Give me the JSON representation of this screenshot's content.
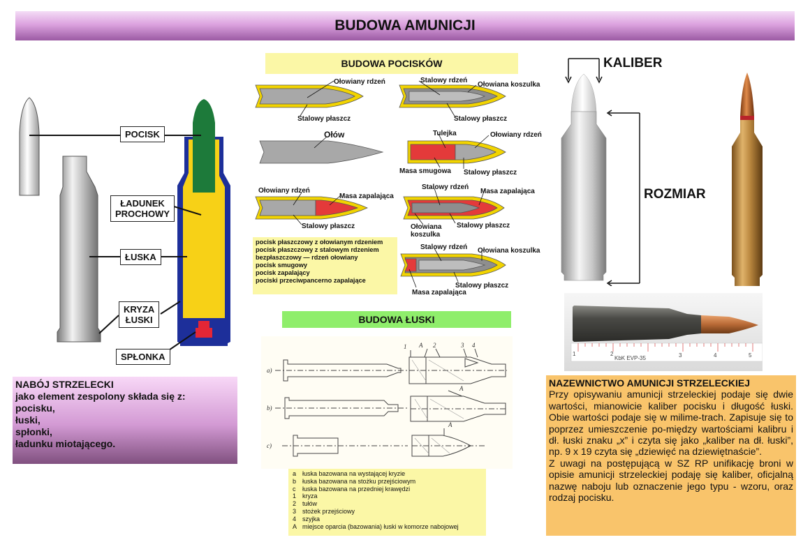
{
  "title": "BUDOWA AMUNICJI",
  "left_diagram": {
    "callouts": {
      "pocisk": "POCISK",
      "ladunek": "ŁADUNEK\nPROCHOWY",
      "luska": "ŁUSKA",
      "kryza": "KRYZA\nŁUSKI",
      "splonka": "SPŁONKA"
    }
  },
  "bullets": {
    "heading": "BUDOWA POCISKÓW",
    "labels": {
      "b1_top": "Ołowiany rdzeń",
      "b1_bottom": "Stalowy płaszcz",
      "b2_top": "Stalowy rdzeń",
      "b2_right": "Ołowiana koszulka",
      "b2_bottom": "Stalowy płaszcz",
      "b3_top": "Ołów",
      "b4_top": "Tulejka",
      "b4_right": "Ołowiany rdzeń",
      "b4_left": "Masa smugowa",
      "b4_bottom": "Stalowy płaszcz",
      "b5_top": "Ołowiany rdzeń",
      "b5_right": "Masa zapalająca",
      "b5_bottom": "Stalowy płaszcz",
      "b6_top": "Stalowy rdzeń",
      "b6_right": "Masa zapalająca",
      "b6_left": "Ołowiana\nkoszulka",
      "b6_bottom": "Stalowy płaszcz",
      "b7_top": "Stalowy rdzeń",
      "b7_right": "Ołowiana koszulka",
      "b7_bottom": "Stalowy płaszcz",
      "b7_left": "Masa zapalająca"
    },
    "legend": [
      "pocisk płaszczowy z ołowianym rdzeniem",
      "pocisk płaszczowy z stalowym rdzeniem",
      "bezpłaszczowy — rdzeń ołowiany",
      "pocisk smugowy",
      "pocisk zapalający",
      "pociski przeciwpancerno zapalające"
    ]
  },
  "case": {
    "heading": "BUDOWA ŁUSKI",
    "drawing_labels": {
      "row_a": "a)",
      "row_b": "b)",
      "row_c": "c)",
      "n1": "1",
      "nA": "A",
      "n2": "2",
      "n3": "3",
      "n4": "4",
      "mark_b": "A",
      "mark_c": "A"
    },
    "legend": [
      {
        "k": "a",
        "v": "łuska bazowana na wystającej kryzie"
      },
      {
        "k": "b",
        "v": "łuska bazowana na stożku przejściowym"
      },
      {
        "k": "c",
        "v": "łuska bazowana na przedniej krawędzi"
      },
      {
        "k": "1",
        "v": "kryza"
      },
      {
        "k": "2",
        "v": "tułów"
      },
      {
        "k": "3",
        "v": "stożek przejściowy"
      },
      {
        "k": "4",
        "v": "szyjka"
      },
      {
        "k": "A",
        "v": "miejsce oparcia (bazowania) łuski w komorze nabojowej"
      }
    ]
  },
  "caliber": {
    "kaliber": "KALIBER",
    "rozmiar": "ROZMIAR"
  },
  "photo": {
    "ruler_text": "KbK  EVP-35",
    "ruler_numbers": [
      "1",
      "2",
      "3",
      "4",
      "5"
    ]
  },
  "naboj_box": {
    "lines": [
      "NABÓJ STRZELECKI",
      "jako element zespolony składa się z:",
      "pocisku,",
      "łuski,",
      "spłonki,",
      "ładunku miotającego."
    ]
  },
  "naming": {
    "heading": "NAZEWNICTWO AMUNICJI STRZELECKIEJ",
    "para1": "Przy opisywaniu amunicji strzeleckiej podaje się dwie wartości, mianowicie kaliber pocisku i długość łuski. Obie wartości podaje się w milime-trach. Zapisuje się to poprzez umieszczenie po-między wartościami kalibru        i dł. łuski znaku „x” i czyta się jako „kaliber na dł. łuski”, np. 9 x 19 czyta się „dziewięć na dziewiętnaście”.",
    "para2": "Z uwagi na postępującą w SZ RP unifikację broni w opisie amunicji strzeleckiej podaję się kaliber, oficjalną nazwę naboju lub oznaczenie jego typu - wzoru, oraz rodzaj pocisku."
  },
  "colors": {
    "title_gradient_mid": "#dca3df",
    "bullets_heading_bg": "#fbf7a6",
    "case_heading_bg": "#8fee6b",
    "naming_bg": "#f9c46b",
    "jacket_yellow": "#f2d400",
    "core_grey": "#a8a8a8",
    "tracer_red": "#e43a3a",
    "bullet_green": "#1d7a3a",
    "case_blue": "#1d2f9a",
    "propellant_yellow": "#f7d117"
  }
}
